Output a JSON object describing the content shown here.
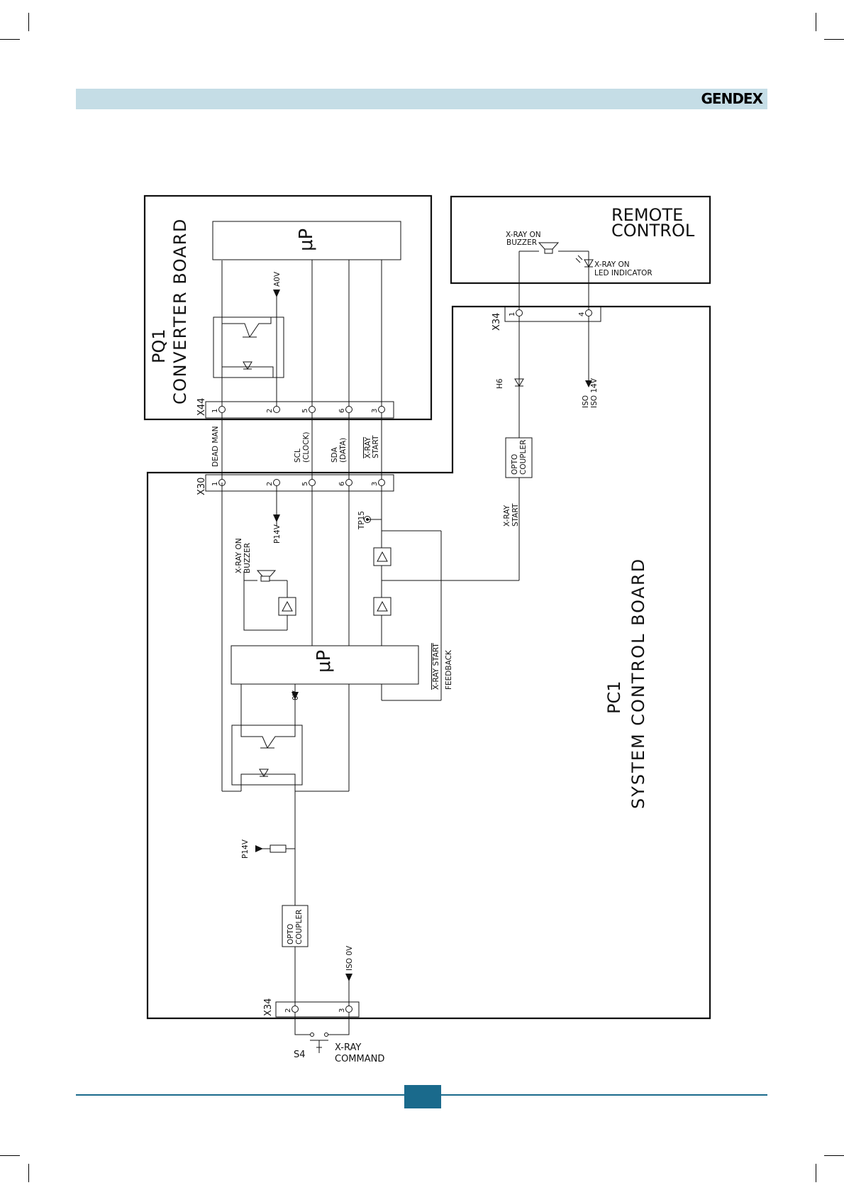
{
  "colors": {
    "header_band": "#c5dde6",
    "accent": "#1a6a8c",
    "line": "#111111"
  },
  "header": {
    "logo_text": "GENDEX"
  },
  "diagram": {
    "pq1_title": "PQ1",
    "pq1_subtitle": "CONVERTER BOARD",
    "up_label": "μP",
    "remote_title_1": "REMOTE",
    "remote_title_2": "CONTROL",
    "pc1_title": "PC1",
    "pc1_subtitle": "SYSTEM CONTROL BOARD",
    "x44": "X44",
    "x30": "X30",
    "x34": "X34",
    "pins": {
      "p1": "1",
      "p2": "2",
      "p3": "3",
      "p4": "4",
      "p5": "5",
      "p6": "6"
    },
    "a0v": "A0V",
    "dead_man": "DEAD MAN",
    "scl": "SCL",
    "scl_clock": "(CLOCK)",
    "sda": "SDA",
    "sda_data": "(DATA)",
    "xray": "X-RAY",
    "start": "START",
    "p14v": "P14V",
    "tp15": "TP15",
    "xray_on": "X-RAY ON",
    "buzzer": "BUZZER",
    "led_indicator": "LED INDICATOR",
    "h6": "H6",
    "iso": "ISO",
    "iso_14v": "ISO 14V",
    "iso_0v": "ISO 0V",
    "opto": "OPTO",
    "coupler": "COUPLER",
    "xray_start_line": "X-RAY START",
    "feedback": "FEEDBACK",
    "zero_v": "0V",
    "s4": "S4",
    "command": "COMMAND"
  }
}
